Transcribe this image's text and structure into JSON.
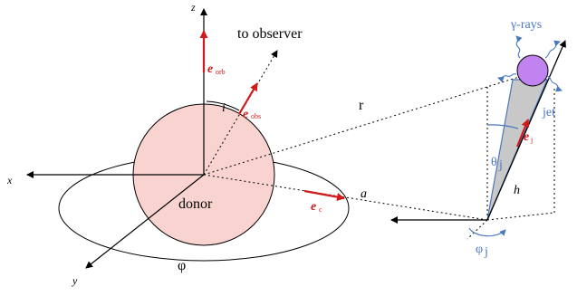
{
  "axes": {
    "x": "x",
    "y": "y",
    "z": "z"
  },
  "labels": {
    "to_observer": "to observer",
    "donor": "donor",
    "incl": "i",
    "r": "r",
    "a": "a",
    "phi": "φ",
    "h": "h",
    "gamma_rays": "γ-rays",
    "jet": "jet"
  },
  "vectors": {
    "e_orb": {
      "main": "e",
      "sub": "orb"
    },
    "e_obs": {
      "main": "e",
      "sub": "obs"
    },
    "e_c": {
      "main": "e",
      "sub": "c"
    },
    "e_j": {
      "main": "e",
      "sub": "j"
    }
  },
  "jet_angles": {
    "theta": {
      "main": "θ",
      "sub": "j"
    },
    "phi": {
      "main": "φ",
      "sub": "j"
    }
  },
  "colors": {
    "vector_red": "#d21a1a",
    "donor_fill": "#f9d3d0",
    "jet_blue": "#4a78c0",
    "cone_gray": "#c8c8c8",
    "blob_purple": "#c083f0"
  }
}
